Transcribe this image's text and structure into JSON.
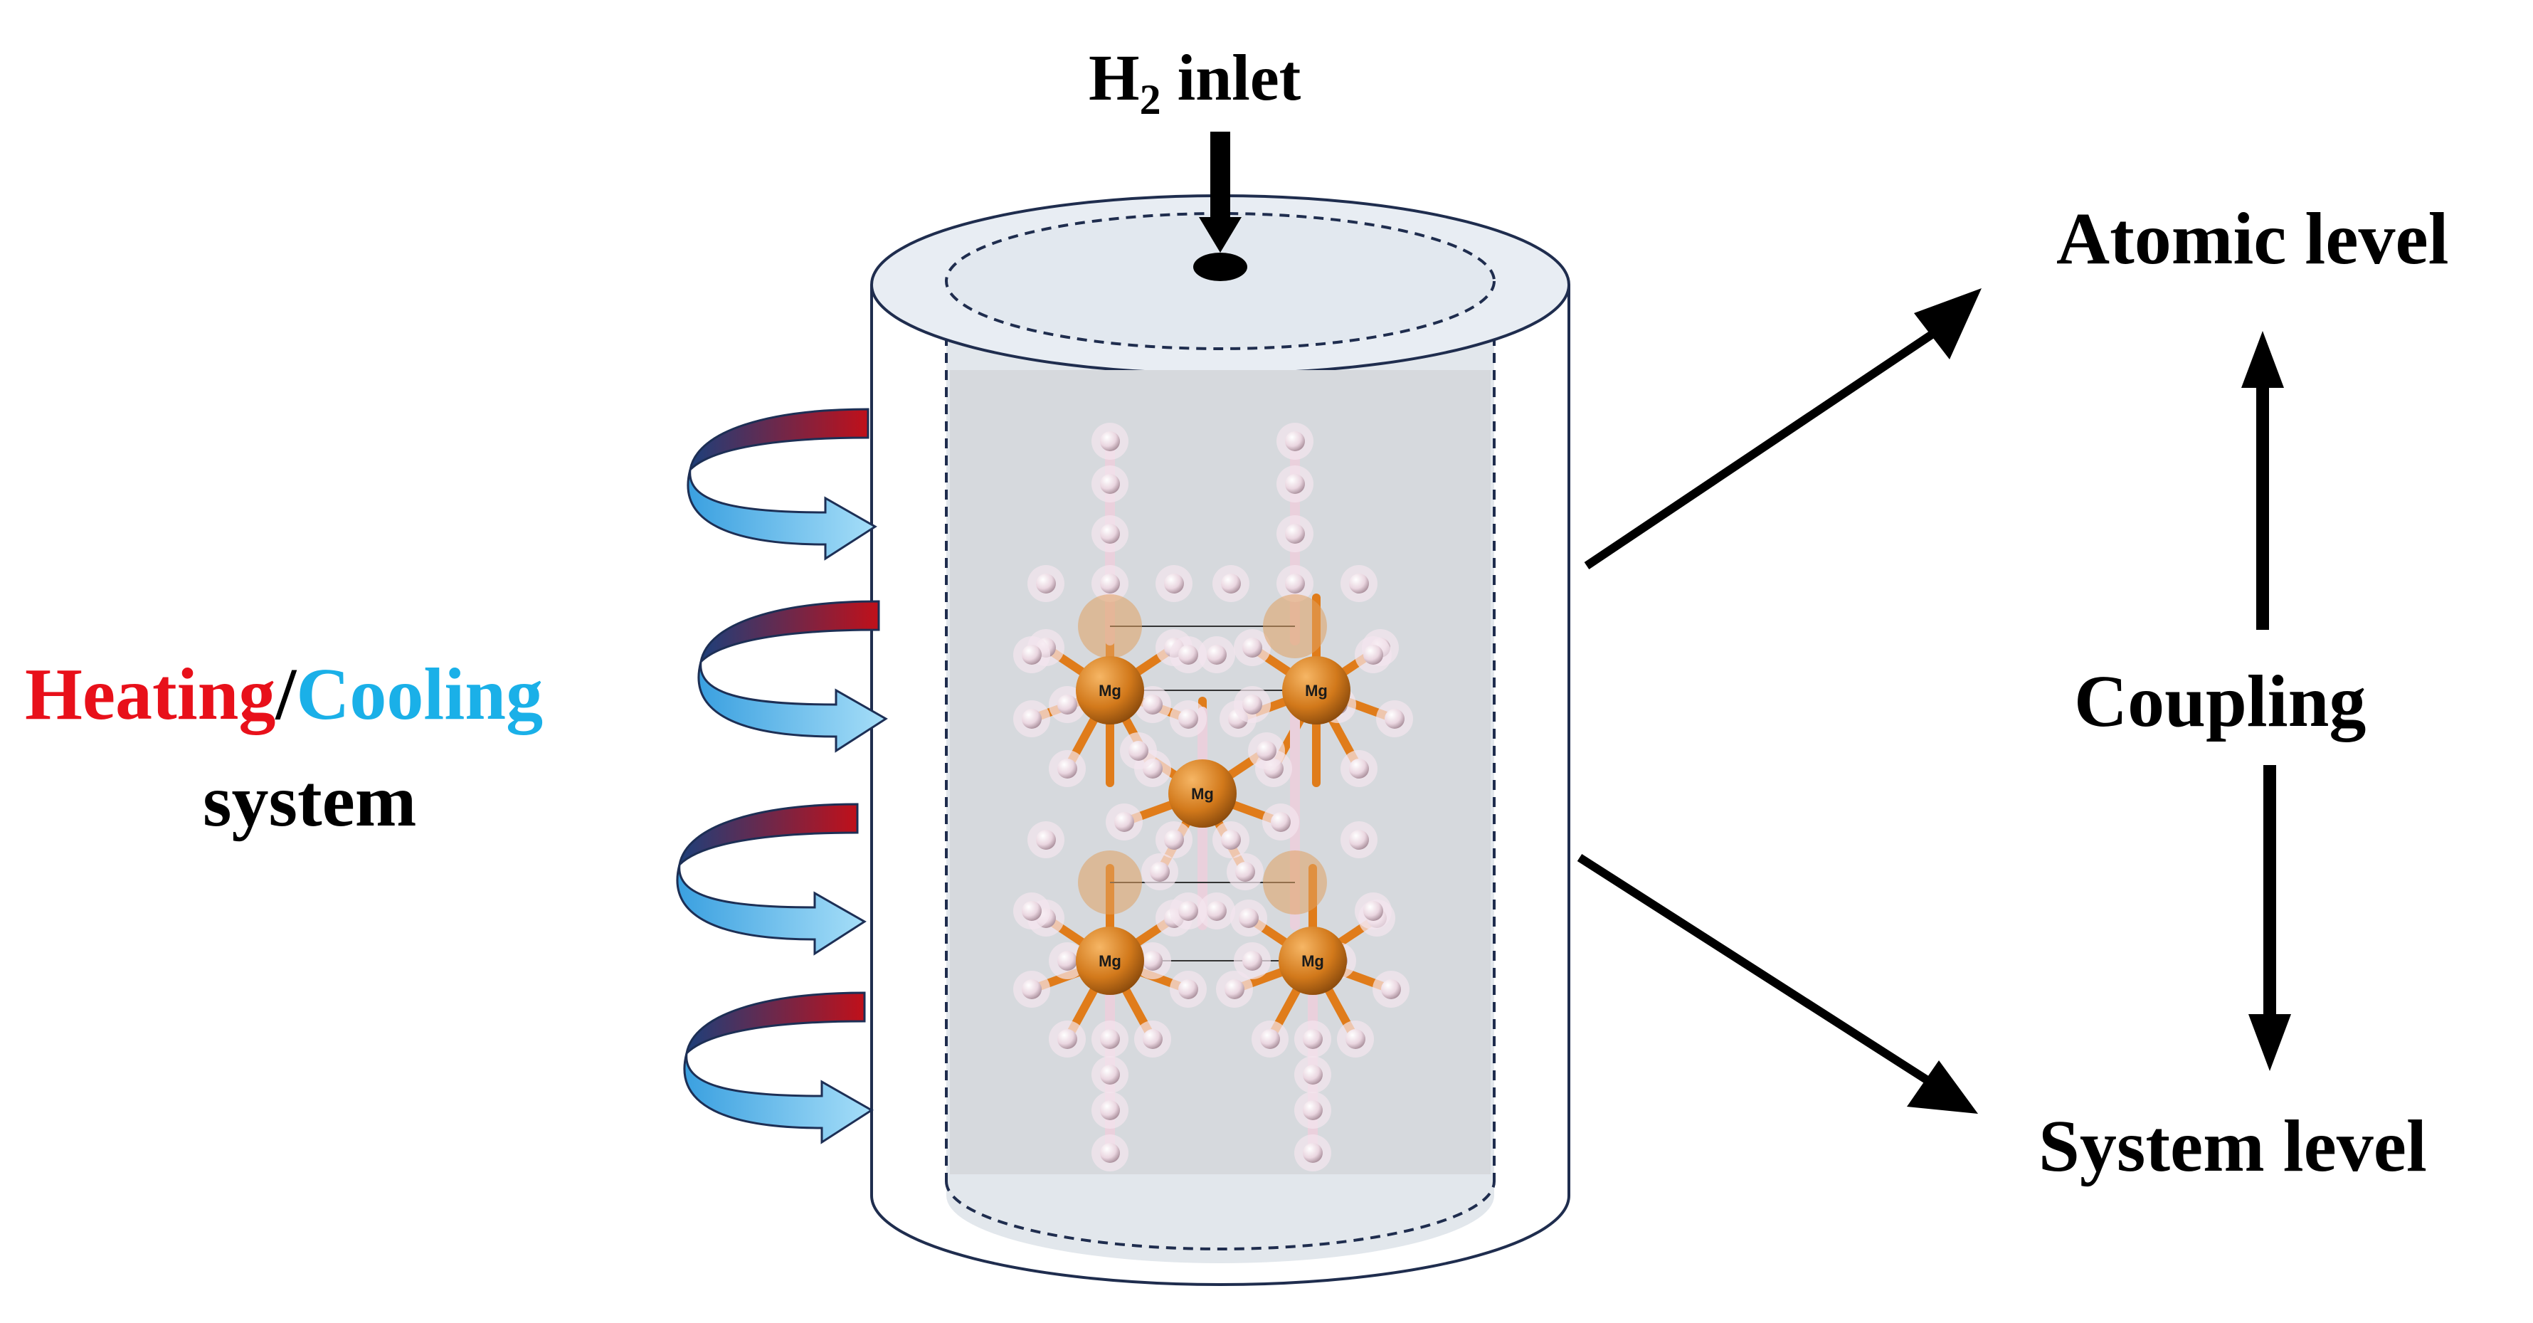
{
  "labels": {
    "h2_inlet_main": "H",
    "h2_inlet_sub": "2",
    "h2_inlet_suffix": " inlet",
    "heating": "Heating",
    "slash": "/",
    "cooling": "Cooling",
    "system": "system",
    "atomic_level": "Atomic level",
    "coupling": "Coupling",
    "system_level": "System level",
    "atom_symbol": "Mg"
  },
  "colors": {
    "heating_text": "#e8101a",
    "cooling_text": "#1ab0e8",
    "arrow_red": "#c0101a",
    "arrow_blue": "#6ec8f2",
    "mg_atom": "#d2791b",
    "h_atom": "#efdde6",
    "bond_orange": "#e07c1a",
    "bond_pink": "#ead0dc",
    "cylinder_fill": "#e6ebf1",
    "cylinder_stroke": "#1f2d4e",
    "inner_fill": "#d5dbe3"
  },
  "icons": {
    "heat_exchange": "curved-red-blue-arrow-icon",
    "inlet": "down-arrow-icon"
  }
}
